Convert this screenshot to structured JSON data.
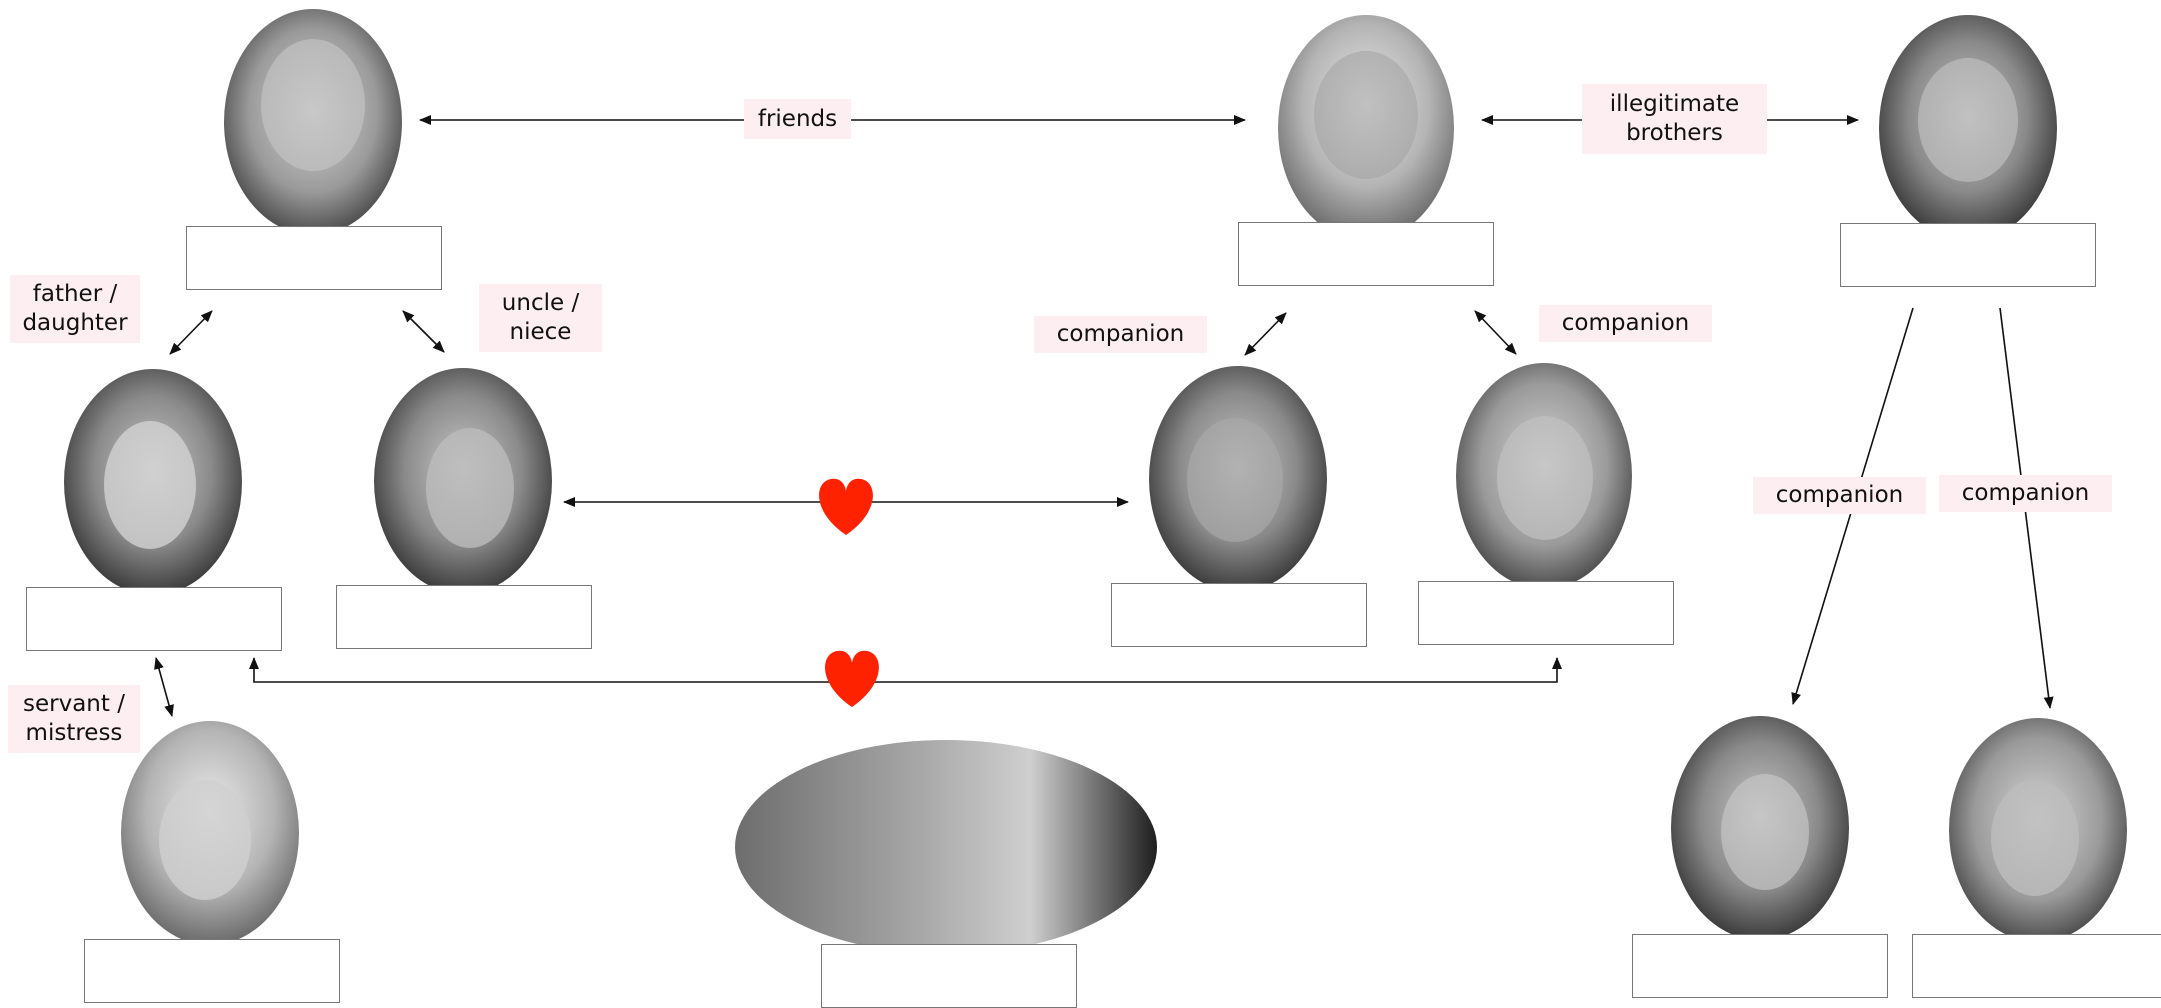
{
  "relationship_labels": {
    "friends": "friends",
    "illegitimate_brothers": "illegitimate\nbrothers",
    "father_daughter": "father /\ndaughter",
    "uncle_niece": "uncle /\nniece",
    "companion_center_left": "companion",
    "companion_center_right": "companion",
    "companion_right_left": "companion",
    "companion_right_right": "companion",
    "servant_mistress": "servant /\nmistress"
  },
  "characters": [
    {
      "id": "top-left-man",
      "name": ""
    },
    {
      "id": "top-center-man",
      "name": ""
    },
    {
      "id": "top-right-man",
      "name": ""
    },
    {
      "id": "smiling-woman",
      "name": ""
    },
    {
      "id": "dark-haired-woman",
      "name": ""
    },
    {
      "id": "bearded-man",
      "name": ""
    },
    {
      "id": "young-man",
      "name": ""
    },
    {
      "id": "blonde-maid",
      "name": ""
    },
    {
      "id": "two-men-scene",
      "name": ""
    },
    {
      "id": "long-haired-man",
      "name": ""
    },
    {
      "id": "blonde-bob-woman",
      "name": ""
    }
  ],
  "colors": {
    "heart": "#ff2200",
    "label_background": "#fdeef2",
    "line": "#111111",
    "box_border": "#777777"
  },
  "icons": [
    "heart-icon",
    "arrow-head"
  ]
}
